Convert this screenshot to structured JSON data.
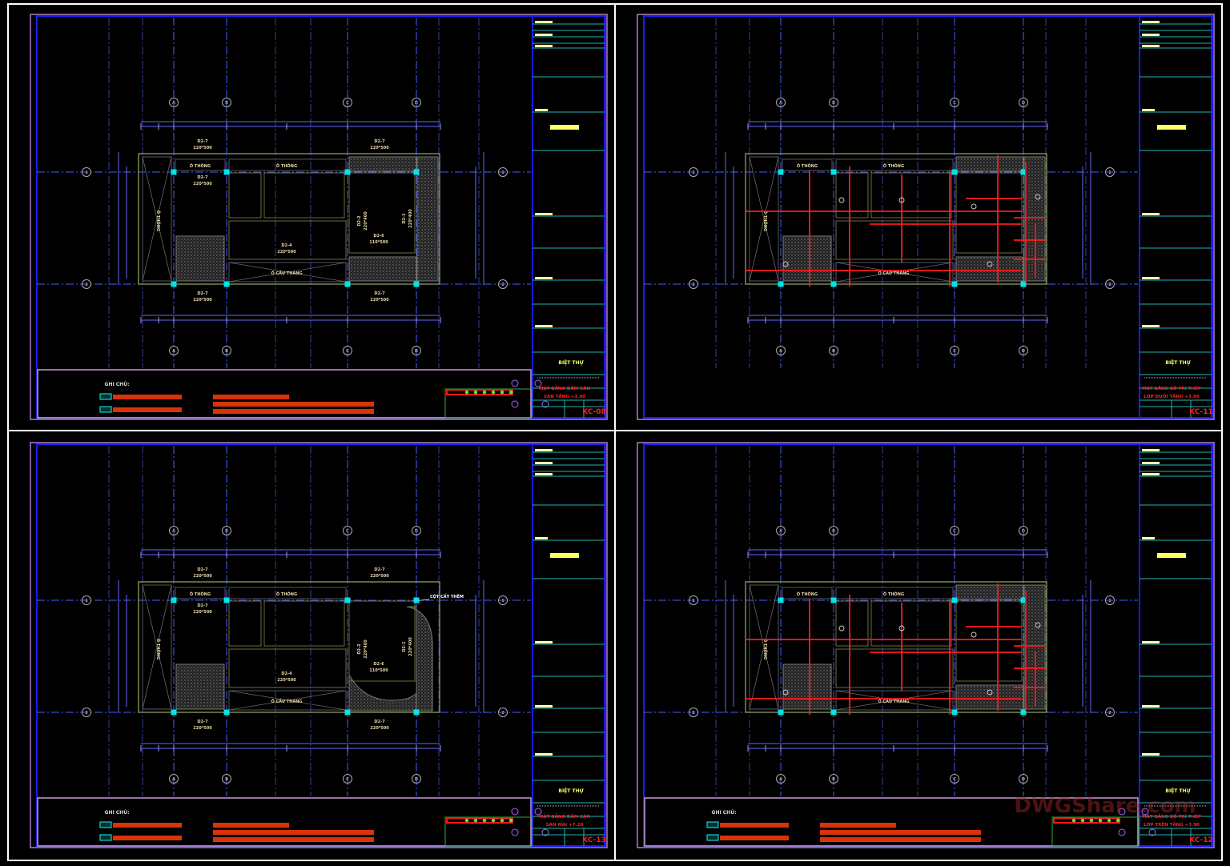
{
  "drawing": {
    "project": "BIỆT THỰ",
    "notes_label": "GHI CHÚ:",
    "watermark": "DWGShare.com",
    "grid_letters": [
      "A",
      "B",
      "C",
      "D"
    ],
    "grid_numbers": [
      "1",
      "2"
    ],
    "room_labels": {
      "void": "Ô THÔNG",
      "stair": "Ô CẦU THANG"
    },
    "added_column_label": "CỘT CẤY THÊM",
    "beams": {
      "d2_7": "D2-7",
      "d2_7_size": "220*500",
      "d2_4": "D2-4",
      "d2_4_size": "220*500",
      "d2_6": "D2-6",
      "d2_6_size": "110*500",
      "d2_1": "D2-1",
      "d2_1_size": "220*400",
      "d2_2": "D2-2",
      "d2_2_size": "220*400"
    },
    "colors": {
      "background": "#000000",
      "frame": "#ffffff",
      "sheet_border": "#b07cc6",
      "inner_border": "#1a1aff",
      "grid_line": "#3c50ff",
      "column": "#00e5e5",
      "rebar": "#ff1a1a",
      "text": "#e8d7a8",
      "title_red": "#ff2020",
      "title_yellow": "#ffff66",
      "note_bar": "#d9330a"
    },
    "panels": [
      {
        "sheet": "KC-08",
        "title": [
          "MẶT BẰNG DẦM SÀN",
          "SÀN TẦNG +3.90"
        ],
        "variant": "beam",
        "notes": true
      },
      {
        "sheet": "KC-11",
        "title": [
          "MẶT BẰNG BỐ TRÍ THÉP",
          "LỚP DƯỚI TẦNG +3.90"
        ],
        "variant": "rebar",
        "notes": false
      },
      {
        "sheet": "KC-13",
        "title": [
          "MẶT BẰNG DẦM SÀN",
          "SÀN MÁI +7.20"
        ],
        "variant": "beam-curved",
        "notes": true
      },
      {
        "sheet": "KC-12",
        "title": [
          "MẶT BẰNG BỐ TRÍ THÉP",
          "LỚP TRÊN TẦNG +3.90"
        ],
        "variant": "rebar",
        "notes": true
      }
    ]
  }
}
